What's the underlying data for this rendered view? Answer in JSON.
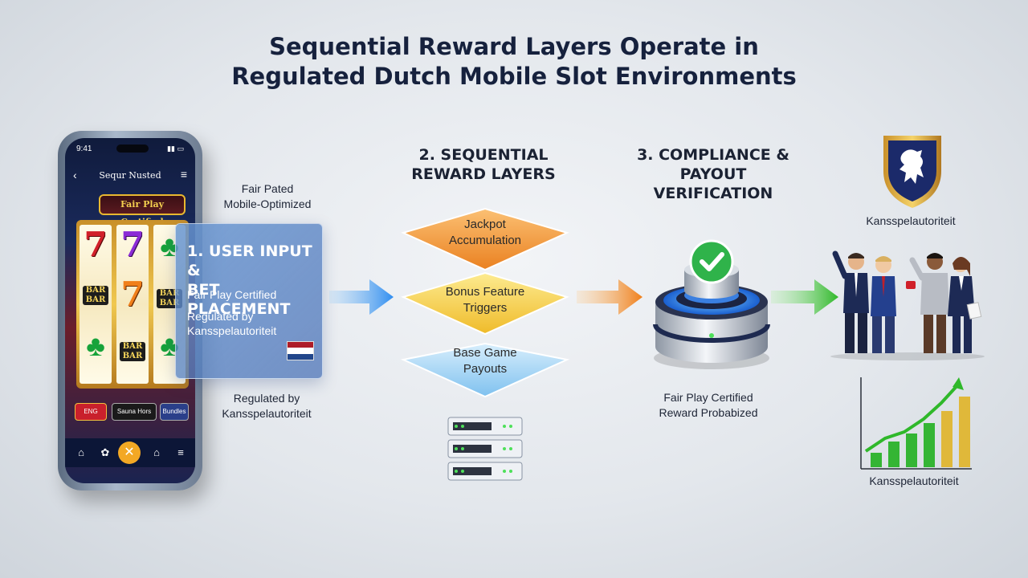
{
  "title": {
    "line1": "Sequential Reward Layers Operate in",
    "line2": "Regulated Dutch Mobile Slot Environments"
  },
  "phone": {
    "status_time": "9:41",
    "app_title": "Sequr Nusted",
    "banner": "Fair Play Certified",
    "buttons": [
      "ENG",
      "Sauna Hors",
      "Bundles"
    ],
    "colors": {
      "reel_frame": "#e8b830",
      "red": "#d1202a",
      "purple": "#8b2bd6",
      "clover": "#17a33a"
    }
  },
  "step1": {
    "title_line1": "1. USER INPUT &",
    "title_line2": "BET PLACEMENT",
    "line_fair": "Fair Play Certified",
    "line_reg": "Regulated by Kansspelautoriteit",
    "flag_colors": [
      "#ae1c28",
      "#ffffff",
      "#21468b"
    ]
  },
  "side_labels": {
    "top_line1": "Fair Pated",
    "top_line2": "Mobile-Optimized",
    "bottom_line1": "Regulated by",
    "bottom_line2": "Kansspelautoriteit"
  },
  "step2": {
    "title_line1": "2. SEQUENTIAL",
    "title_line2": "REWARD LAYERS",
    "layers": [
      {
        "line1": "Jackpot",
        "line2": "Accumulation",
        "color": "#f29a2e"
      },
      {
        "line1": "Bonus Feature",
        "line2": "Triggers",
        "color": "#f5cf45"
      },
      {
        "line1": "Base Game",
        "line2": "Payouts",
        "color": "#9fd2f5"
      }
    ]
  },
  "step3": {
    "title_line1": "3. COMPLIANCE &",
    "title_line2": "PAYOUT VERIFICATION",
    "caption_line1": "Fair Play Certified",
    "caption_line2": "Reward Probabized",
    "check_color": "#2fb34a"
  },
  "step4": {
    "shield_label": "Kansspelautoriteit",
    "chart_label": "Kansspelautoriteit",
    "bar_levels": [
      0.18,
      0.32,
      0.42,
      0.55,
      0.7,
      0.88
    ]
  }
}
